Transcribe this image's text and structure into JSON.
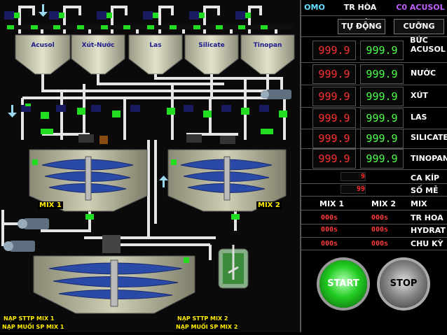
{
  "header": {
    "omo": "OMO",
    "mode_title": "TR HÒA TRƯỚC",
    "product": "C0 ACUSOL"
  },
  "modes": {
    "auto": "TỰ ĐỘNG",
    "force": "CƯỠNG BỨC"
  },
  "materials": [
    {
      "label": "ACUSOL",
      "setpoint": "999.9",
      "actual": "999.9"
    },
    {
      "label": "NƯỚC",
      "setpoint": "999.9",
      "actual": "999.9"
    },
    {
      "label": "XÚT",
      "setpoint": "999.9",
      "actual": "999.9"
    },
    {
      "label": "LAS",
      "setpoint": "999.9",
      "actual": "999.9"
    },
    {
      "label": "SILICATE",
      "setpoint": "999.9",
      "actual": "999.9"
    },
    {
      "label": "TINOPAN",
      "setpoint": "999.9",
      "actual": "999.9"
    }
  ],
  "counters": {
    "shift_label": "CA KÍP",
    "shift_value": "9",
    "batch_label": "SỐ MẺ",
    "batch_value": "99"
  },
  "mix_table": {
    "mix1": "MIX 1",
    "mix2": "MIX 2",
    "mix": "MIX",
    "rows": [
      {
        "label": "TR HOA",
        "mix1": "000s",
        "mix2": "000s"
      },
      {
        "label": "HYDRAT",
        "mix1": "000s",
        "mix2": "000s"
      },
      {
        "label": "CHU KỲ",
        "mix1": "000s",
        "mix2": "000s"
      }
    ]
  },
  "buttons": {
    "start": "START",
    "stop": "STOP"
  },
  "tanks": [
    "Acusol",
    "Xút-Nước",
    "Las",
    "Silicate",
    "Tinopan"
  ],
  "mixers": {
    "mix1": "MIX 1",
    "mix2": "MIX 2"
  },
  "notes": {
    "nap1a": "NẠP STTP MIX 1",
    "nap1b": "NẠP MUỐI SP MIX 1",
    "nap2a": "NẠP STTP MIX 2",
    "nap2b": "NẠP MUỐI SP MIX 2"
  },
  "colors": {
    "pipe": "#e6e6e6",
    "tank": "#c8c8b0",
    "valve": "#22dd22",
    "panel_red": "#ff3030",
    "panel_green": "#4dff4d",
    "start": "#22cc22",
    "stop": "#888888"
  }
}
